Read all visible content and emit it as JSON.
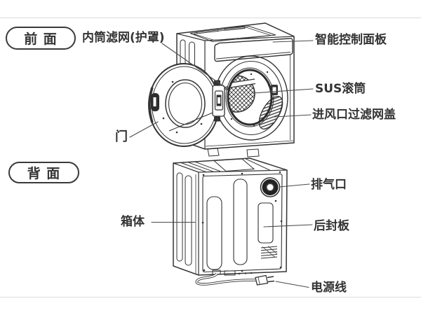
{
  "page": {
    "background": "#ffffff",
    "line_color": "#333333",
    "frame_line_color": "#dcdcdc",
    "text_color": "#333333"
  },
  "front_section": {
    "badge_label": "前 面",
    "labels": {
      "inner_filter": "内筒滤网(护罩)",
      "smart_panel": "智能控制面板",
      "sus_drum": "SUS滚筒",
      "inlet_cover": "进风口过滤网盖",
      "door": "门"
    }
  },
  "back_section": {
    "badge_label": "背 面",
    "labels": {
      "exhaust_port": "排气口",
      "cabinet": "箱体",
      "rear_panel": "后封板",
      "power_cord": "电源线"
    }
  }
}
